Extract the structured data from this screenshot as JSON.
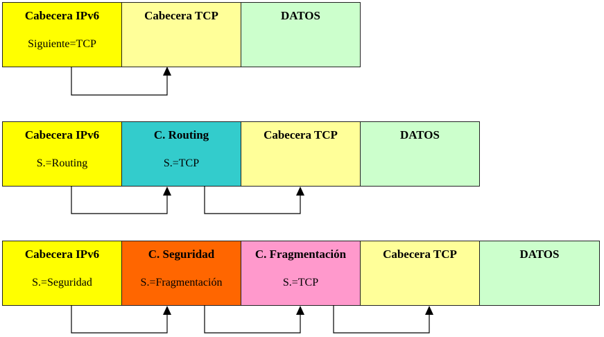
{
  "colors": {
    "ipv6": "#ffff00",
    "tcp": "#ffff99",
    "datos": "#ccffcc",
    "routing": "#33cccc",
    "seguridad": "#ff6600",
    "fragmentacion": "#ff99cc",
    "line": "#000000"
  },
  "rows": [
    {
      "boxes": [
        {
          "title": "Cabecera IPv6",
          "sub": "Siguiente=TCP"
        },
        {
          "title": "Cabecera TCP",
          "sub": ""
        },
        {
          "title": "DATOS",
          "sub": ""
        }
      ]
    },
    {
      "boxes": [
        {
          "title": "Cabecera IPv6",
          "sub": "S.=Routing"
        },
        {
          "title": "C. Routing",
          "sub": "S.=TCP"
        },
        {
          "title": "Cabecera TCP",
          "sub": ""
        },
        {
          "title": "DATOS",
          "sub": ""
        }
      ]
    },
    {
      "boxes": [
        {
          "title": "Cabecera IPv6",
          "sub": "S.=Seguridad"
        },
        {
          "title": "C. Seguridad",
          "sub": "S.=Fragmentación"
        },
        {
          "title": "C. Fragmentación",
          "sub": "S.=TCP"
        },
        {
          "title": "Cabecera TCP",
          "sub": ""
        },
        {
          "title": "DATOS",
          "sub": ""
        }
      ]
    }
  ]
}
